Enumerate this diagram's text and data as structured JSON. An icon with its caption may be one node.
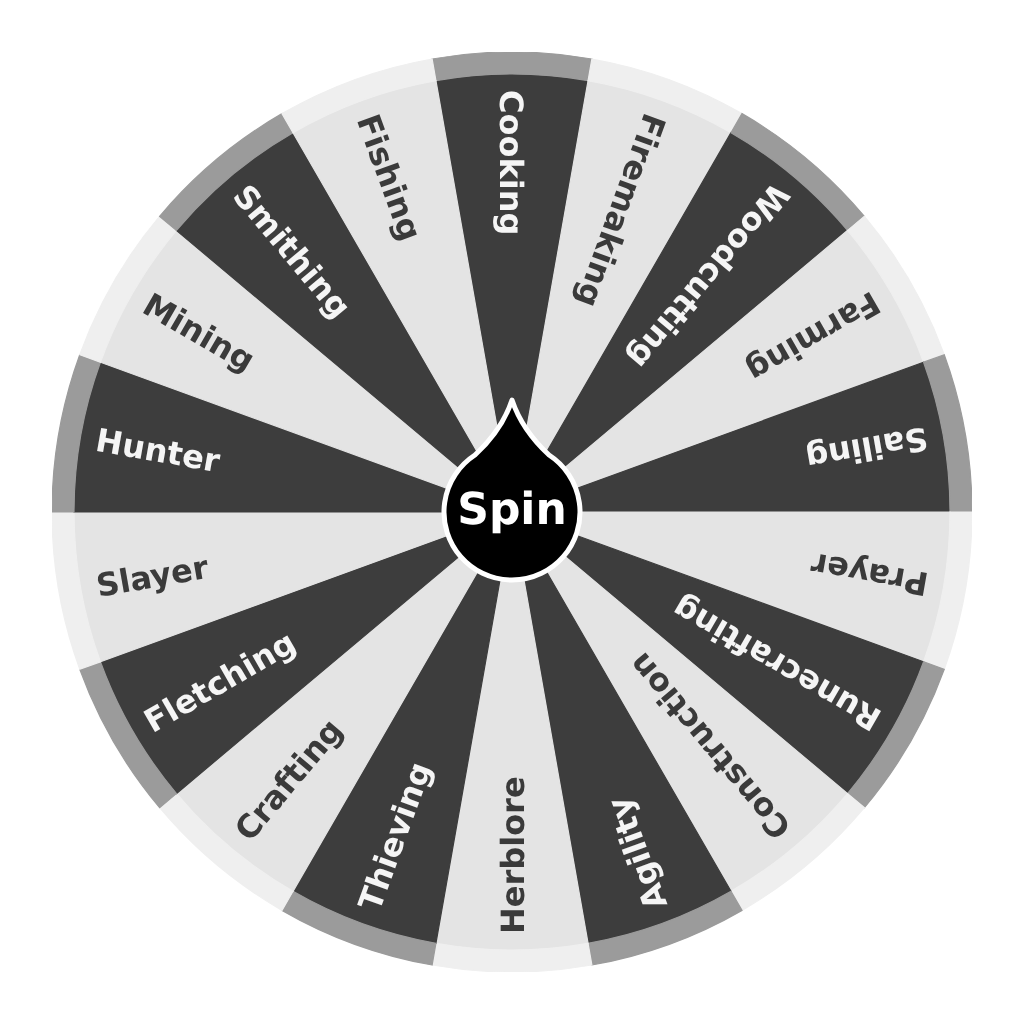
{
  "diagram": {
    "nodes": [
      {
        "text": [
          "Cooking"
        ]
      },
      {
        "text": [
          "Firemaking"
        ]
      },
      {
        "text": [
          "Woodcutting"
        ]
      },
      {
        "text": [
          "Farming"
        ]
      },
      {
        "text": [
          "Sailing"
        ]
      },
      {
        "text": [
          "Prayer"
        ]
      },
      {
        "text": [
          "Runecrafting"
        ]
      },
      {
        "text": [
          "Construction"
        ]
      },
      {
        "text": [
          "Agility"
        ]
      },
      {
        "text": [
          "Herblore"
        ]
      },
      {
        "text": [
          "Thieving"
        ]
      },
      {
        "text": [
          "Crafting"
        ]
      },
      {
        "text": [
          "Fletching"
        ]
      },
      {
        "text": [
          "Slayer"
        ]
      },
      {
        "text": [
          "Hunter"
        ]
      },
      {
        "text": [
          "Mining"
        ]
      },
      {
        "text": [
          "Smithing"
        ]
      },
      {
        "text": [
          "Fishing"
        ]
      },
      {
        "text": [
          "Spin"
        ]
      }
    ]
  }
}
